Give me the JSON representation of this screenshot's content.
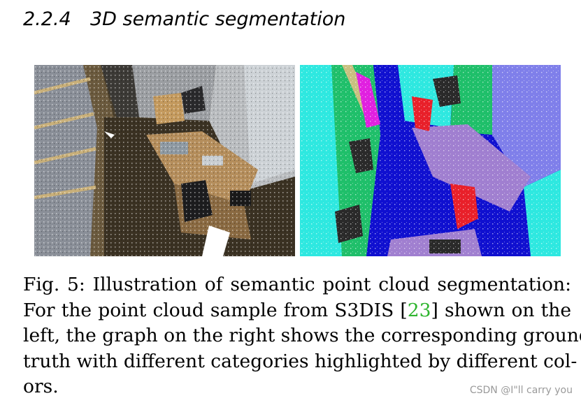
{
  "section": {
    "number": "2.2.4",
    "title": "3D semantic segmentation"
  },
  "figure": {
    "left_image": "S3DIS point cloud sample (photo-textured room)",
    "right_image": "ground-truth semantic segmentation",
    "colors": {
      "floor": "#1010d0",
      "wall_green": "#1fbf6a",
      "wall_cyan": "#2ee8e0",
      "wall_violet": "#7f7fea",
      "furniture": "#a07fd0",
      "chair": "#e8202a",
      "board": "#e020e0",
      "clutter": "#2a2a2a",
      "beam": "#c8c080"
    }
  },
  "caption": {
    "line1": "Fig. 5: Illustration of semantic point cloud segmentation:",
    "line2_before": "For the point cloud sample from S3DIS [",
    "cite": "23",
    "line2_after": "] shown on the",
    "line3": "left, the graph on the right shows the corresponding ground",
    "line4": "truth with different categories highlighted by different col-",
    "line5": "ors."
  },
  "watermark": "CSDN @I\"ll  carry  you"
}
